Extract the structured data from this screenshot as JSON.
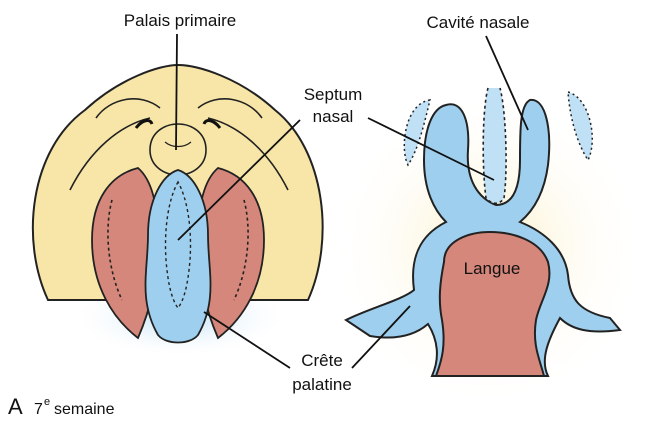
{
  "labels": {
    "palais_primaire": "Palais primaire",
    "cavite_nasale": "Cavité nasale",
    "septum_line1": "Septum",
    "septum_line2": "nasal",
    "langue": "Langue",
    "crete_line1": "Crête",
    "crete_line2": "palatine"
  },
  "caption": {
    "letter": "A",
    "number": "7",
    "superscript": "e",
    "rest": "semaine"
  },
  "colors": {
    "yellow": "#f7e6a8",
    "blue": "#9ecfee",
    "red": "#d4877a",
    "outline": "#222222"
  }
}
